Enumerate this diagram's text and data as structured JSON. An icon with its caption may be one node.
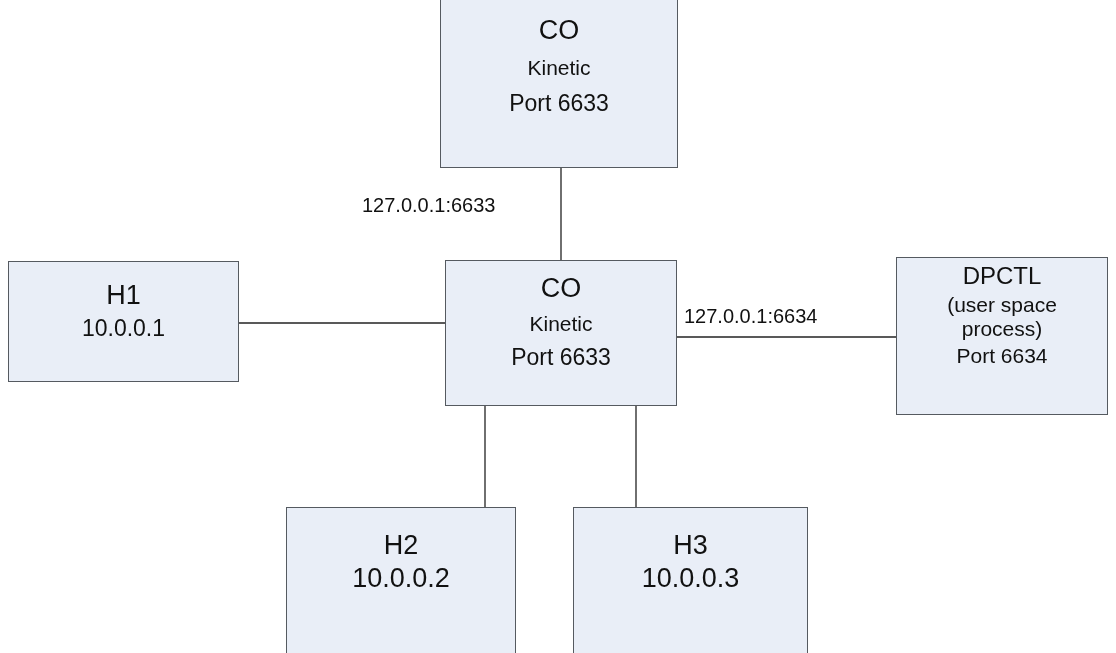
{
  "diagram": {
    "nodes": [
      {
        "text": [
          "CO",
          "Kinetic",
          "Port 6633"
        ]
      },
      {
        "text": [
          "H1",
          "10.0.0.1"
        ]
      },
      {
        "text": [
          "CO",
          "Kinetic",
          "Port 6633"
        ]
      },
      {
        "text": [
          "DPCTL",
          "(user space process)",
          "Port 6634"
        ]
      },
      {
        "text": [
          "H2",
          "10.0.0.2"
        ]
      },
      {
        "text": [
          "H3",
          "10.0.0.3"
        ]
      }
    ],
    "edges": [
      {
        "from": 0,
        "to": 2,
        "arrow": "none",
        "label": "127.0.0.1:6633"
      },
      {
        "from": 1,
        "to": 2,
        "arrow": "none"
      },
      {
        "from": 2,
        "to": 3,
        "arrow": "none",
        "label": "127.0.0.1:6634"
      },
      {
        "from": 2,
        "to": 4,
        "arrow": "none"
      },
      {
        "from": 2,
        "to": 5,
        "arrow": "none"
      }
    ]
  }
}
